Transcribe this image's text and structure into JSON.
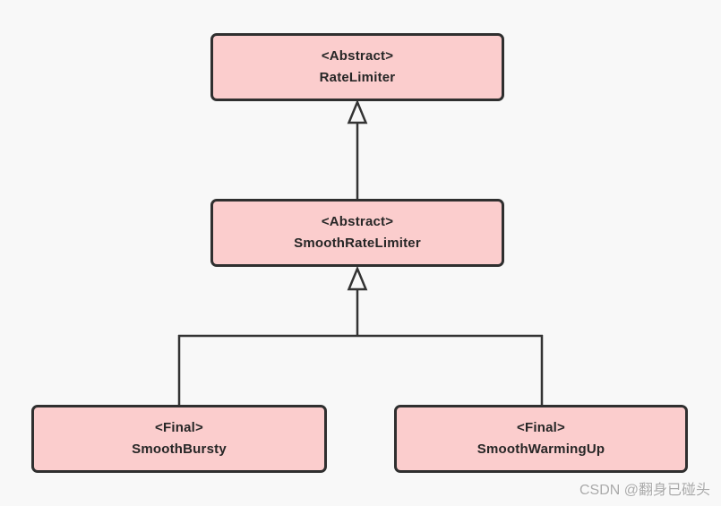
{
  "diagram": {
    "type": "uml-class-inheritance",
    "nodes": [
      {
        "id": "rate-limiter",
        "stereotype": "<Abstract>",
        "name": "RateLimiter"
      },
      {
        "id": "smooth-rate-limiter",
        "stereotype": "<Abstract>",
        "name": "SmoothRateLimiter"
      },
      {
        "id": "smooth-bursty",
        "stereotype": "<Final>",
        "name": "SmoothBursty"
      },
      {
        "id": "smooth-warming-up",
        "stereotype": "<Final>",
        "name": "SmoothWarmingUp"
      }
    ],
    "edges": [
      {
        "from": "smooth-rate-limiter",
        "to": "rate-limiter",
        "type": "inheritance"
      },
      {
        "from": "smooth-bursty",
        "to": "smooth-rate-limiter",
        "type": "inheritance"
      },
      {
        "from": "smooth-warming-up",
        "to": "smooth-rate-limiter",
        "type": "inheritance"
      }
    ],
    "colors": {
      "background": "#f8f8f8",
      "node_fill": "#fbcdcd",
      "node_border": "#2f2f2f",
      "line": "#333333",
      "text": "#262626"
    }
  },
  "watermark": {
    "text": "CSDN @翻身已碰头"
  }
}
